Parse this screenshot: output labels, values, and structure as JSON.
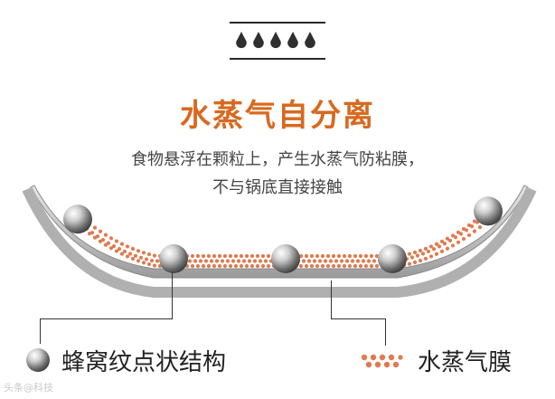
{
  "icon": {
    "name": "water-drops-icon",
    "count": 5
  },
  "title": "水蒸气自分离",
  "description": {
    "line1": "食物悬浮在颗粒上，产生水蒸气防粘膜，",
    "line2": "不与锅底直接接触"
  },
  "legend": {
    "honeycomb_label": "蜂窝纹点状结构",
    "steam_film_label": "水蒸气膜"
  },
  "colors": {
    "title": "#d8691f",
    "steam_dots": "#e07a4f",
    "pan_surface": "#c7c7c7",
    "text": "#444444"
  },
  "watermark": "头条@科技"
}
